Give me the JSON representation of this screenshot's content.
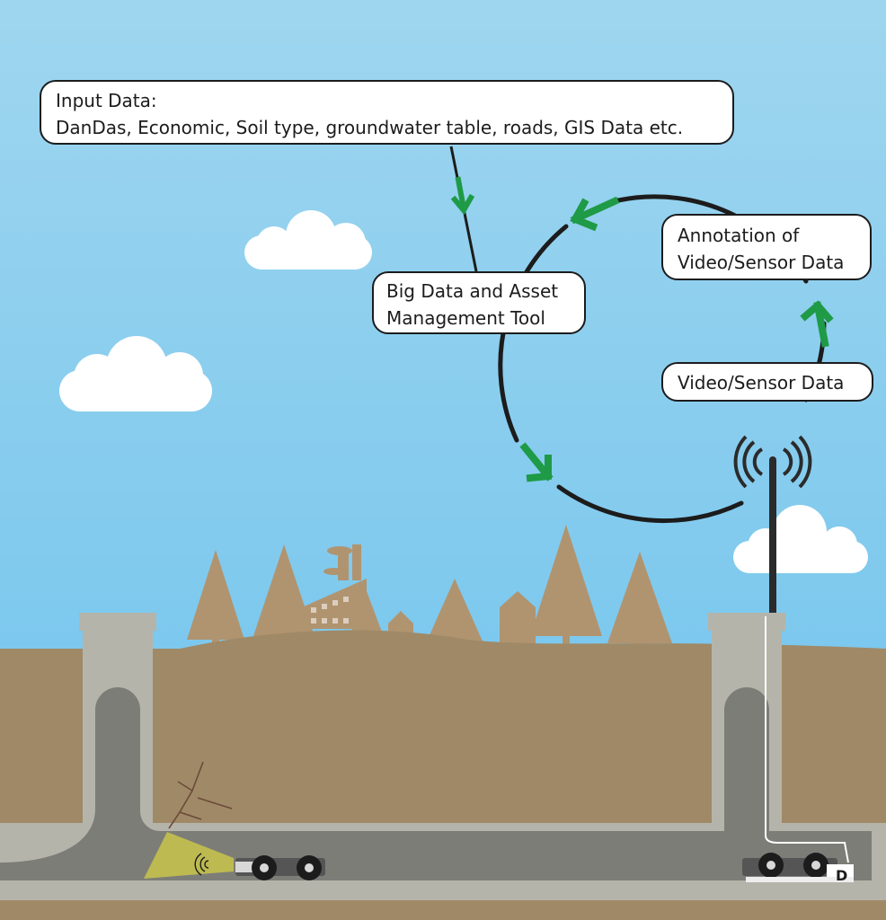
{
  "diagram": {
    "input_data": {
      "line1": "Input Data:",
      "line2": "DanDas, Economic, Soil type, groundwater table, roads, GIS Data etc."
    },
    "tool": {
      "line1": "Big Data and Asset",
      "line2": "Management Tool"
    },
    "annotation": {
      "line1": "Annotation of",
      "line2": "Video/Sensor Data"
    },
    "video": {
      "label": "Video/Sensor Data"
    },
    "robot_label": "D"
  },
  "colors": {
    "sky": "#8ccfee",
    "ground": "#a08966",
    "trees": "#b09470",
    "pipe_wall": "#b5b4aa",
    "pipe_inner": "#7d7d78",
    "arrow": "#1f9a47",
    "cycle": "#1c1c1c",
    "camera_light": "#c8c44a"
  }
}
